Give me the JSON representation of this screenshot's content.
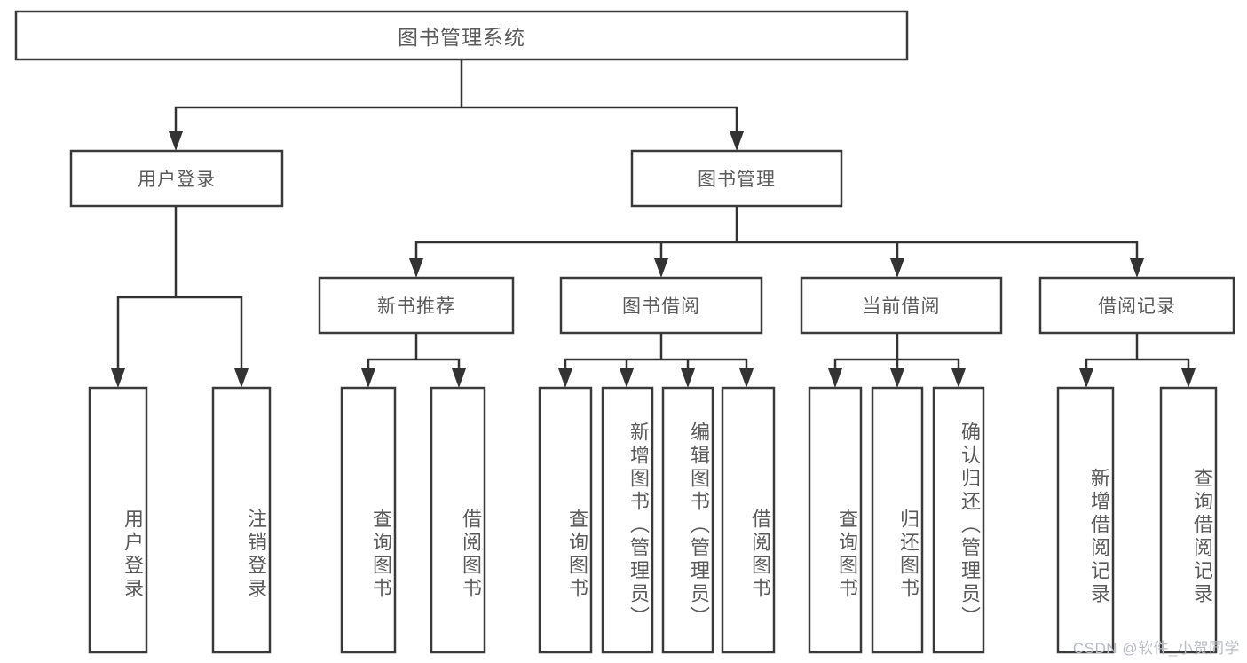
{
  "diagram": {
    "type": "tree-hierarchy-chart",
    "title": "图书管理系统",
    "watermark": "CSDN @软件_小贺同学",
    "colors": {
      "background": "#ffffff",
      "box_stroke": "#3a3a3a",
      "connector": "#333333",
      "label_text": "#5a5a5a",
      "watermark_text": "#b9bcc2"
    },
    "levels": {
      "root": {
        "label": "图书管理系统"
      },
      "level2": [
        {
          "id": "user-login",
          "label": "用户登录"
        },
        {
          "id": "book-management",
          "label": "图书管理"
        }
      ],
      "level3": [
        {
          "id": "new-book-recommend",
          "label": "新书推荐",
          "parent": "book-management"
        },
        {
          "id": "book-borrow",
          "label": "图书借阅",
          "parent": "book-management"
        },
        {
          "id": "current-borrow",
          "label": "当前借阅",
          "parent": "book-management"
        },
        {
          "id": "borrow-record",
          "label": "借阅记录",
          "parent": "book-management"
        }
      ],
      "leaves": [
        {
          "id": "leaf-user-login",
          "label": "用户登录",
          "parent": "user-login"
        },
        {
          "id": "leaf-user-logout",
          "label": "注销登录",
          "parent": "user-login"
        },
        {
          "id": "leaf-query-book-1",
          "label": "查询图书",
          "parent": "new-book-recommend"
        },
        {
          "id": "leaf-borrow-book-1",
          "label": "借阅图书",
          "parent": "new-book-recommend"
        },
        {
          "id": "leaf-query-book-2",
          "label": "查询图书",
          "parent": "book-borrow"
        },
        {
          "id": "leaf-add-book",
          "label": "新增图书（管理员）",
          "parent": "book-borrow"
        },
        {
          "id": "leaf-edit-book",
          "label": "编辑图书（管理员）",
          "parent": "book-borrow"
        },
        {
          "id": "leaf-borrow-book-2",
          "label": "借阅图书",
          "parent": "book-borrow"
        },
        {
          "id": "leaf-query-book-3",
          "label": "查询图书",
          "parent": "current-borrow"
        },
        {
          "id": "leaf-return-book",
          "label": "归还图书",
          "parent": "current-borrow"
        },
        {
          "id": "leaf-confirm-return",
          "label": "确认归还（管理员）",
          "parent": "current-borrow"
        },
        {
          "id": "leaf-add-record",
          "label": "新增借阅记录",
          "parent": "borrow-record"
        },
        {
          "id": "leaf-query-record",
          "label": "查询借阅记录",
          "parent": "borrow-record"
        }
      ]
    }
  }
}
